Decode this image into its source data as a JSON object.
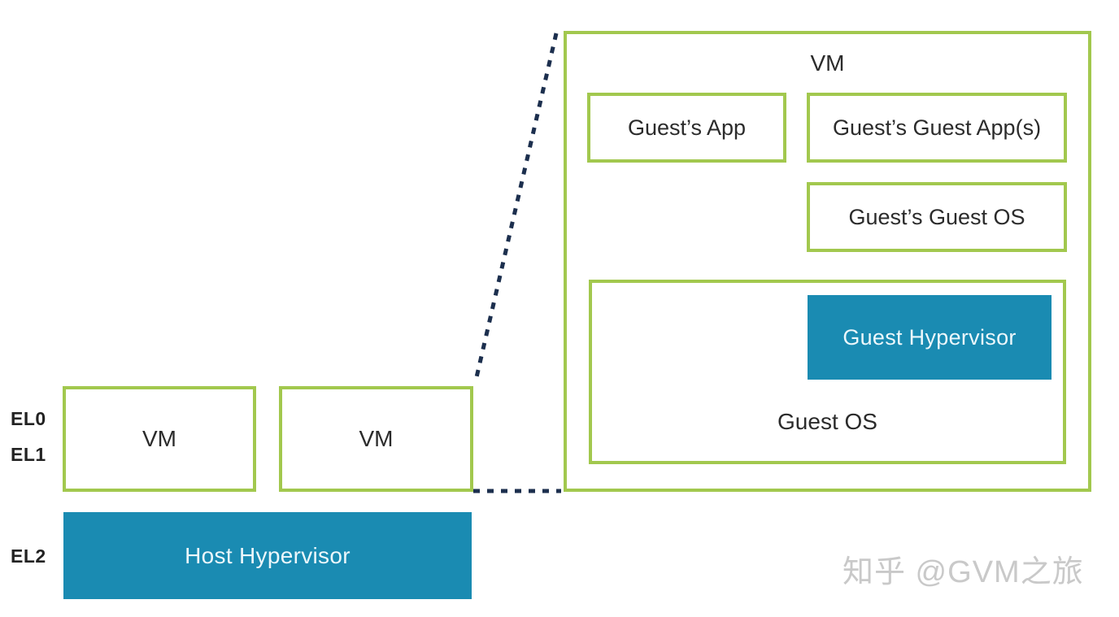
{
  "diagram": {
    "el_labels": {
      "el0": "EL0",
      "el1": "EL1",
      "el2": "EL2"
    },
    "vm1_label": "VM",
    "vm2_label": "VM",
    "host_hypervisor_label": "Host Hypervisor",
    "vm_detail": {
      "title": "VM",
      "guest_app": "Guest’s App",
      "guest_guest_apps": "Guest’s Guest App(s)",
      "guest_guest_os": "Guest’s Guest OS",
      "guest_hypervisor": "Guest Hypervisor",
      "guest_os": "Guest OS"
    },
    "watermark": "知乎 @GVM之旅",
    "colors": {
      "green": "#a2c84e",
      "blue": "#1a8bb2",
      "navy": "#1c2f4e",
      "text": "#2b2b2b",
      "watermark_gray": "#c9c9c9"
    }
  }
}
